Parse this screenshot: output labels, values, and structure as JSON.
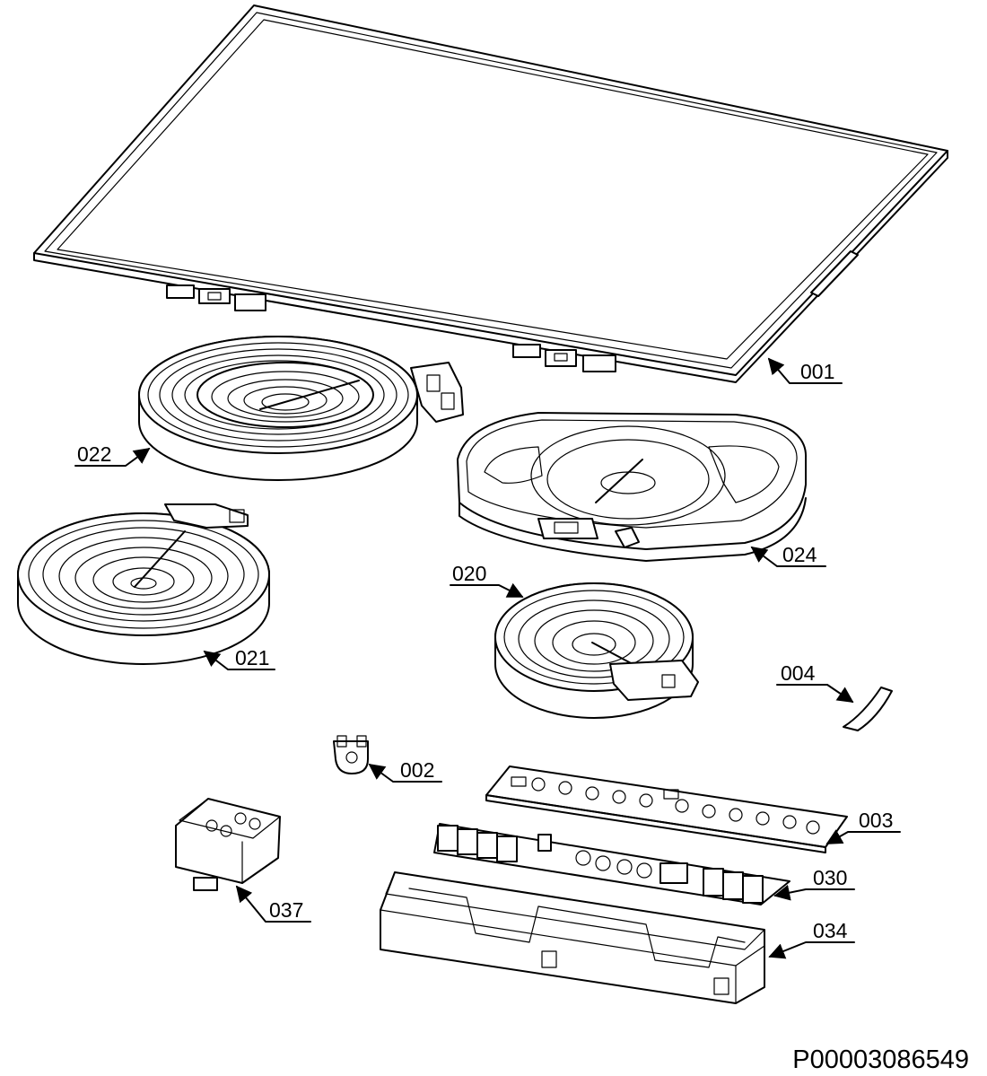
{
  "document_ref": "P00003086549",
  "callouts": [
    {
      "id": "001",
      "label": "001"
    },
    {
      "id": "002",
      "label": "002"
    },
    {
      "id": "003",
      "label": "003"
    },
    {
      "id": "004",
      "label": "004"
    },
    {
      "id": "020",
      "label": "020"
    },
    {
      "id": "021",
      "label": "021"
    },
    {
      "id": "022",
      "label": "022"
    },
    {
      "id": "024",
      "label": "024"
    },
    {
      "id": "030",
      "label": "030"
    },
    {
      "id": "034",
      "label": "034"
    },
    {
      "id": "037",
      "label": "037"
    }
  ]
}
